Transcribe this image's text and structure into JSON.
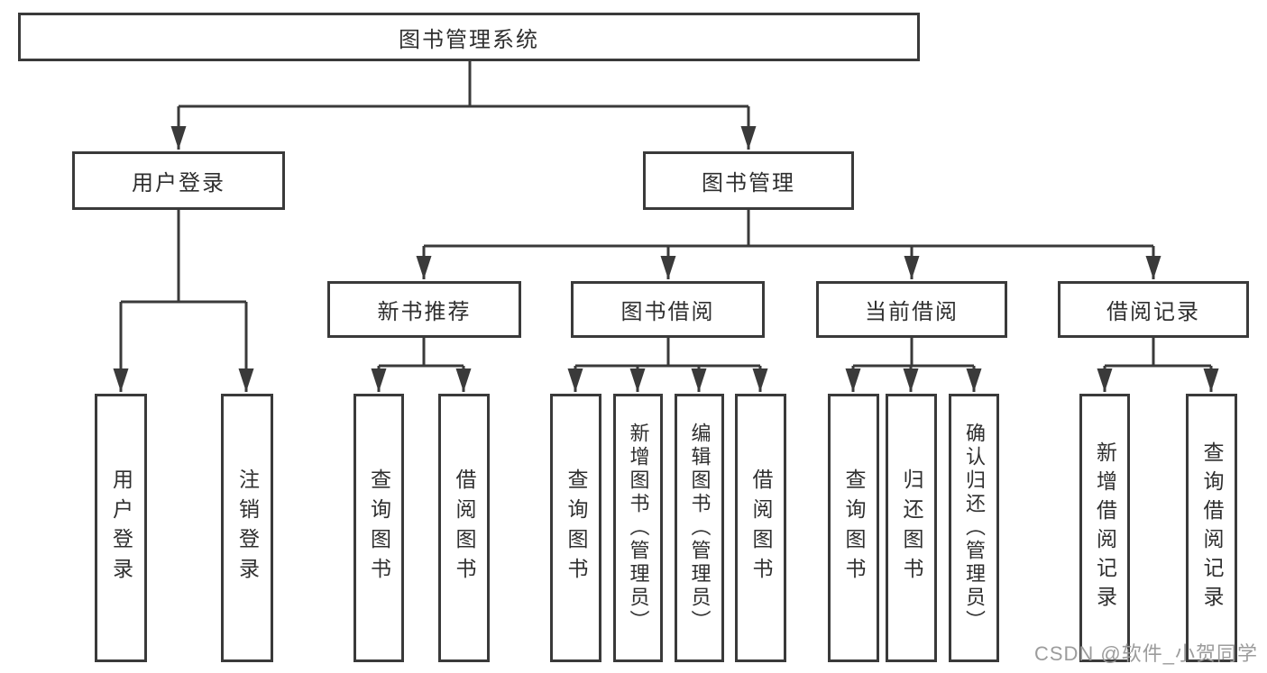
{
  "colors": {
    "background": "#ffffff",
    "line": "#3a3a3a",
    "box_border": "#3a3a3a",
    "text": "#2f2f2f",
    "watermark": "#9c9c9c"
  },
  "diagram": {
    "root": {
      "label": "图书管理系统"
    },
    "level2": [
      {
        "label": "用户登录",
        "children": [
          {
            "label": "用户登录"
          },
          {
            "label": "注销登录"
          }
        ]
      },
      {
        "label": "图书管理",
        "children": [
          {
            "label": "新书推荐",
            "children": [
              {
                "label": "查询图书"
              },
              {
                "label": "借阅图书"
              }
            ]
          },
          {
            "label": "图书借阅",
            "children": [
              {
                "label": "查询图书"
              },
              {
                "label": "新增图书（管理员）"
              },
              {
                "label": "编辑图书（管理员）"
              },
              {
                "label": "借阅图书"
              }
            ]
          },
          {
            "label": "当前借阅",
            "children": [
              {
                "label": "查询图书"
              },
              {
                "label": "归还图书"
              },
              {
                "label": "确认归还（管理员）"
              }
            ]
          },
          {
            "label": "借阅记录",
            "children": [
              {
                "label": "新增借阅记录"
              },
              {
                "label": "查询借阅记录"
              }
            ]
          }
        ]
      }
    ]
  },
  "watermark": {
    "text": "CSDN @软件_小贺同学"
  }
}
